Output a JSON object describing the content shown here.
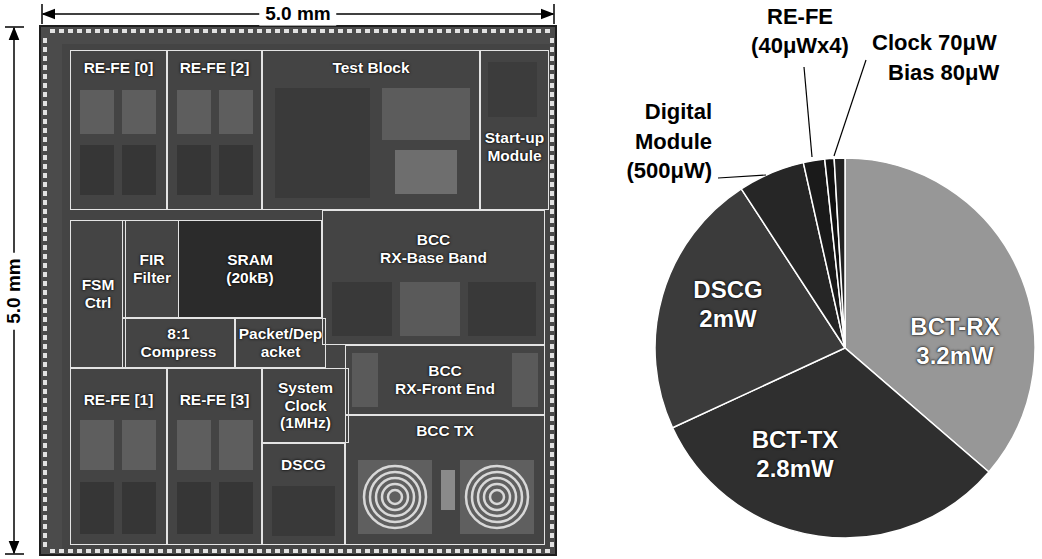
{
  "diagram": {
    "nodes": [
      {
        "text": [
          "RE-FE [0]"
        ]
      },
      {
        "text": [
          "RE-FE [2]"
        ]
      },
      {
        "text": [
          "Test Block"
        ]
      },
      {
        "text": [
          "Start-up Module"
        ]
      },
      {
        "text": [
          "FSM Ctrl"
        ]
      },
      {
        "text": [
          "FIR Filter"
        ]
      },
      {
        "text": [
          "SRAM (20kB)"
        ]
      },
      {
        "text": [
          "BCC",
          "RX-Base Band"
        ]
      },
      {
        "text": [
          "8:1 Compress"
        ]
      },
      {
        "text": [
          "Packet/Depacket"
        ]
      },
      {
        "text": [
          "BCC",
          "RX-Front End"
        ]
      },
      {
        "text": [
          "RE-FE [1]"
        ]
      },
      {
        "text": [
          "RE-FE [3]"
        ]
      },
      {
        "text": [
          "System Clock (1MHz)"
        ]
      },
      {
        "text": [
          "DSCG"
        ]
      },
      {
        "text": [
          "BCC TX"
        ]
      }
    ],
    "labels": [
      "5.0 mm",
      "5.0 mm",
      "Digital Module (500μW)",
      "RE-FE (40μWx4)",
      "Clock 70μW",
      "Bias 80μW",
      "DSCG 2mW",
      "BCT-RX 3.2mW",
      "BCT-TX 2.8mW"
    ]
  }
}
